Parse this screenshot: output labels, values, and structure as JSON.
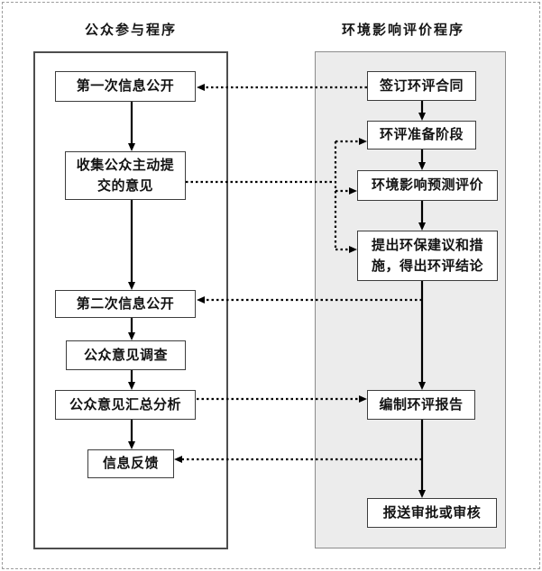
{
  "columns": [
    {
      "title": "公众参与程序",
      "nodes": [
        {
          "label": "第一次信息公开"
        },
        {
          "label": "收集公众主动提\n交的意见"
        },
        {
          "label": "第二次信息公开"
        },
        {
          "label": "公众意见调查"
        },
        {
          "label": "公众意见汇总分析"
        },
        {
          "label": "信息反馈"
        }
      ]
    },
    {
      "title": "环境影响评价程序",
      "nodes": [
        {
          "label": "签订环评合同"
        },
        {
          "label": "环评准备阶段"
        },
        {
          "label": "环境影响预测评价"
        },
        {
          "label": "提出环保建议和措\n施，得出环评结论"
        },
        {
          "label": "编制环评报告"
        },
        {
          "label": "报送审批或审核"
        }
      ]
    }
  ],
  "colors": {
    "node_border": "#3d3d3d",
    "left_container_border": "#4d4d4d",
    "right_container_border": "#8c8c8c",
    "right_container_fill": "#ececec",
    "connector": "#000000",
    "page_border": "#9c9c9c"
  }
}
